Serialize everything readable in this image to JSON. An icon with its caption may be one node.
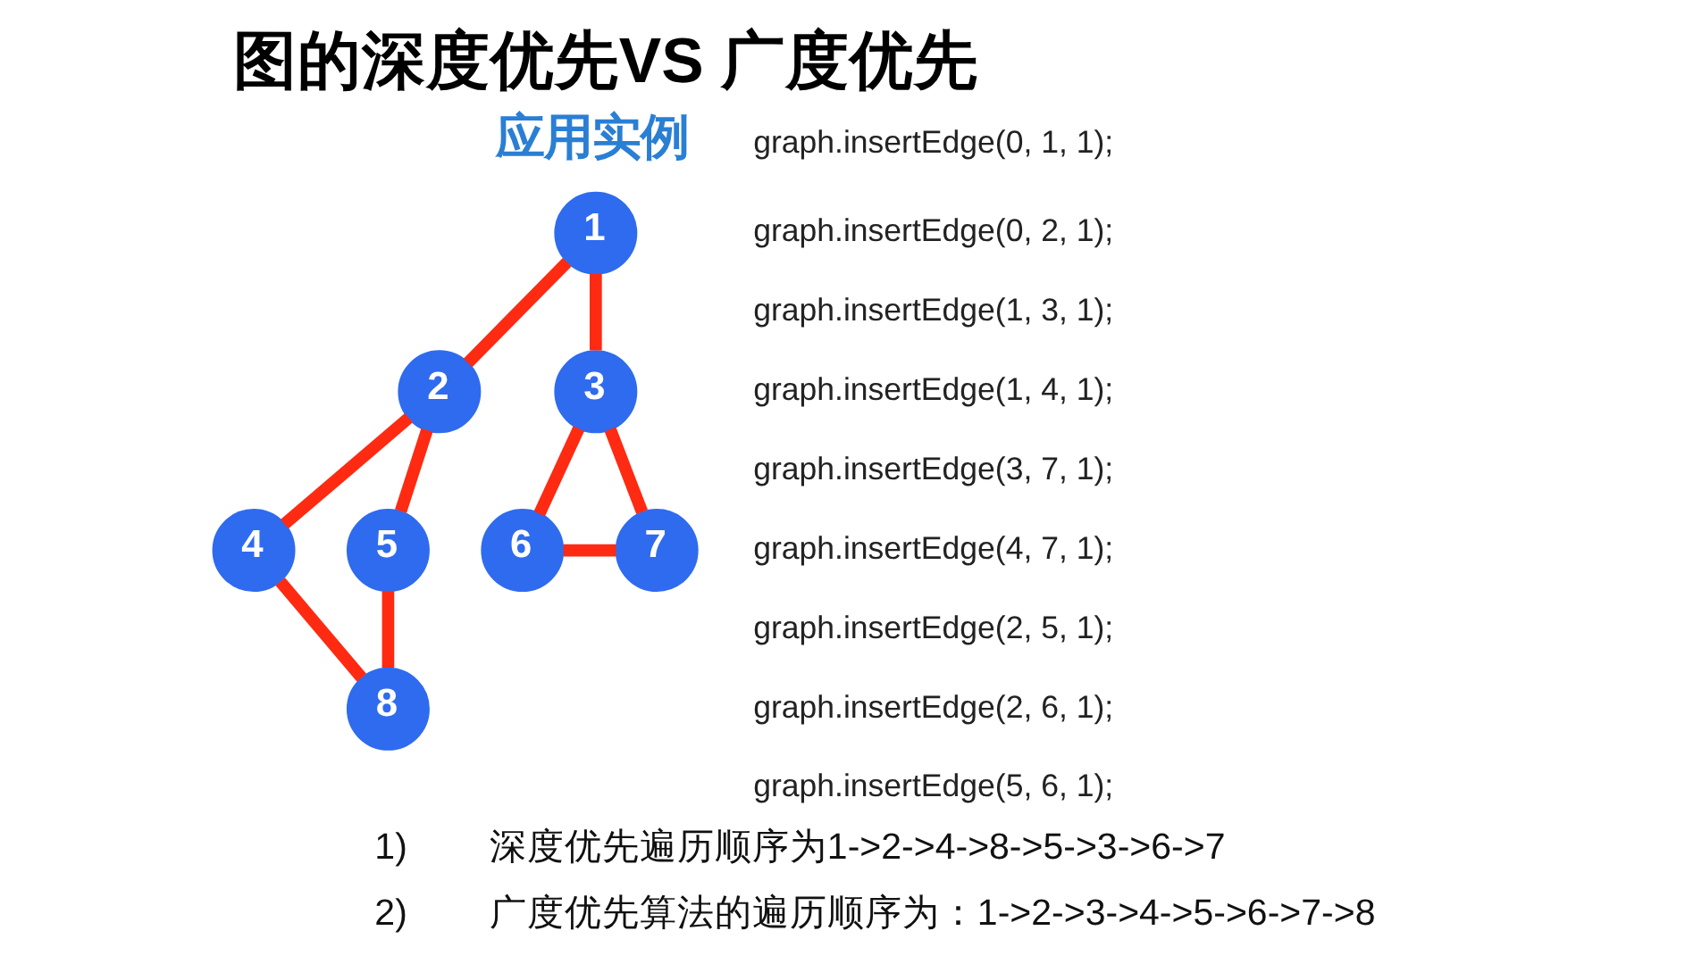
{
  "diagram": {
    "title": "图的深度优先VS 广度优先",
    "nodes": [
      {
        "text": [
          "1"
        ]
      },
      {
        "text": [
          "2"
        ]
      },
      {
        "text": [
          "3"
        ]
      },
      {
        "text": [
          "4"
        ]
      },
      {
        "text": [
          "5"
        ]
      },
      {
        "text": [
          "6"
        ]
      },
      {
        "text": [
          "7"
        ]
      },
      {
        "text": [
          "8"
        ]
      }
    ],
    "edges": [
      {
        "from": 0,
        "to": 1,
        "arrow": "none"
      },
      {
        "from": 0,
        "to": 2,
        "arrow": "none"
      },
      {
        "from": 1,
        "to": 3,
        "arrow": "none"
      },
      {
        "from": 1,
        "to": 4,
        "arrow": "none"
      },
      {
        "from": 2,
        "to": 5,
        "arrow": "none"
      },
      {
        "from": 2,
        "to": 6,
        "arrow": "none"
      },
      {
        "from": 3,
        "to": 7,
        "arrow": "none"
      },
      {
        "from": 4,
        "to": 7,
        "arrow": "none"
      },
      {
        "from": 5,
        "to": 6,
        "arrow": "none"
      }
    ],
    "labels": [
      "应用实例",
      "graph.insertEdge(0, 1, 1);",
      "graph.insertEdge(0, 2, 1);",
      "graph.insertEdge(1, 3, 1);",
      "graph.insertEdge(1, 4, 1);",
      "graph.insertEdge(3, 7, 1);",
      "graph.insertEdge(4, 7, 1);",
      "graph.insertEdge(2, 5, 1);",
      "graph.insertEdge(2, 6, 1);",
      "graph.insertEdge(5, 6, 1);",
      "1)",
      "深度优先遍历顺序为1->2->4->8->5->3->6->7",
      "2)",
      "广度优先算法的遍历顺序为：1->2->3->4->5->6->7->8"
    ]
  }
}
